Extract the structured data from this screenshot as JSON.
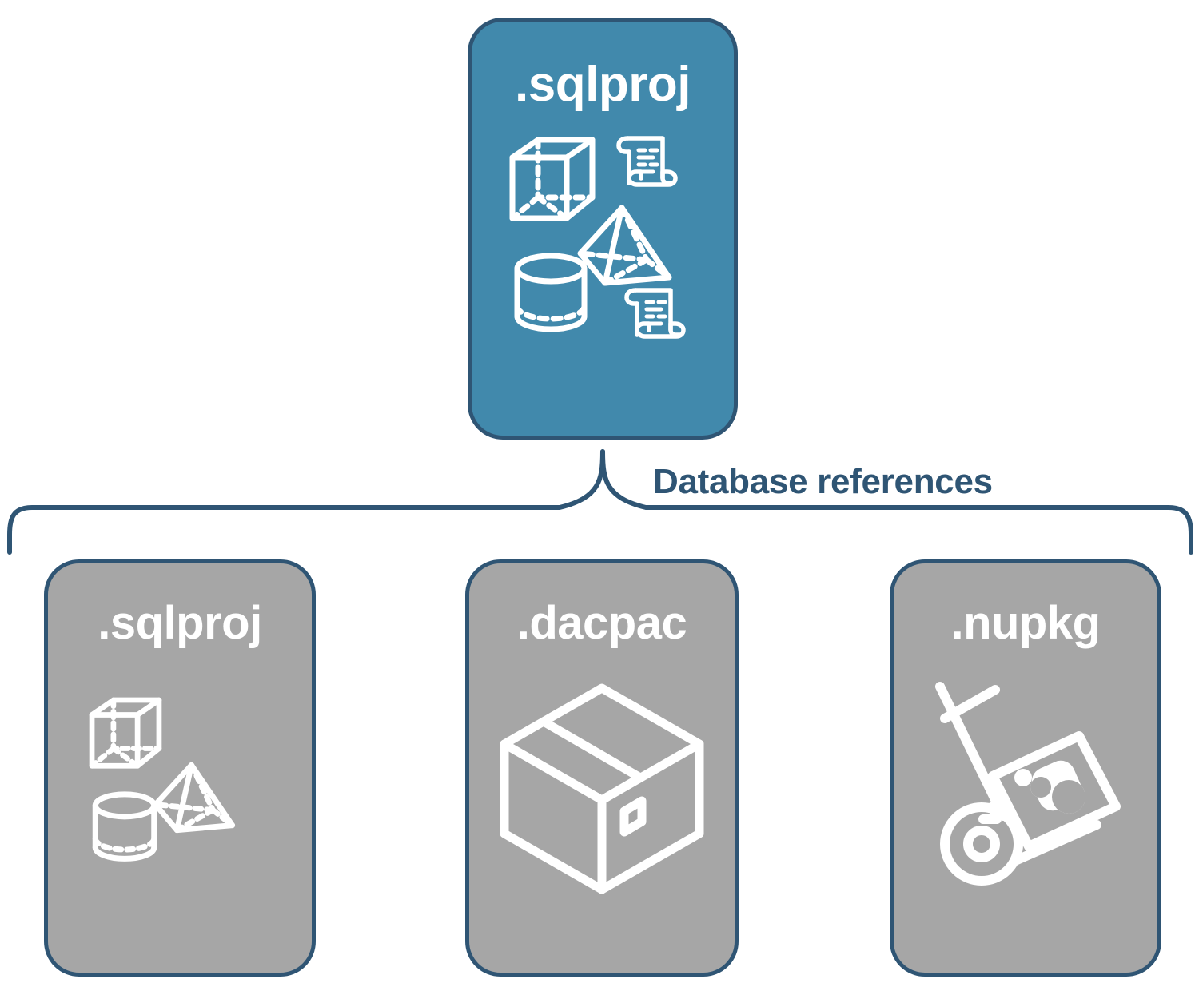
{
  "diagram": {
    "title_label": "Database references",
    "colors": {
      "primary_fill": "#4189AC",
      "secondary_fill": "#A6A6A6",
      "stroke": "#2F5574",
      "icon": "#FFFFFF",
      "background": "#FFFFFF"
    },
    "root_node": {
      "label": ".sqlproj",
      "icons": [
        "cube-icon",
        "pyramid-icon",
        "cylinder-icon",
        "script-scroll-icon",
        "script-scroll-icon"
      ]
    },
    "reference_nodes": [
      {
        "label": ".sqlproj",
        "icons": [
          "cube-icon",
          "pyramid-icon",
          "cylinder-icon"
        ]
      },
      {
        "label": ".dacpac",
        "icons": [
          "package-box-icon"
        ]
      },
      {
        "label": ".nupkg",
        "icons": [
          "nuget-hand-truck-icon"
        ]
      }
    ]
  }
}
